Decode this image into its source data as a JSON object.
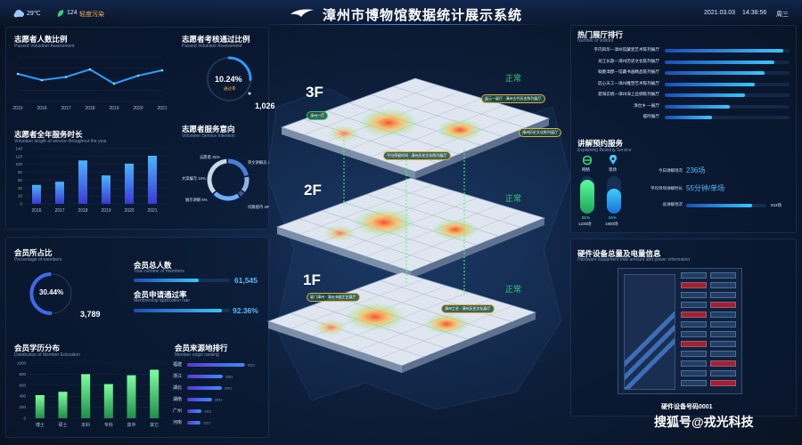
{
  "header": {
    "temperature": "29℃",
    "aqi": "124",
    "aqi_label": "轻度污染",
    "title": "漳州市博物馆数据统计展示系统",
    "date": "2021.03.03",
    "time": "14:38:56",
    "weekday": "周三"
  },
  "volunteer_ratio": {
    "title": "志愿者人数比例",
    "subtitle": "Passed Volunteer Assessment",
    "years": [
      "2015",
      "2016",
      "2017",
      "2018",
      "2019",
      "2020",
      "2021"
    ],
    "values": [
      62,
      48,
      55,
      72,
      40,
      58,
      70
    ],
    "ylim": [
      0,
      100
    ]
  },
  "volunteer_pass": {
    "title": "志愿者考核通过比例",
    "subtitle": "Passed Volunteer Assessment",
    "percent": "10.24%",
    "percent_value": 10.24,
    "label": "通过率",
    "count": "1,026"
  },
  "volunteer_hours": {
    "title": "志愿者全年服务时长",
    "subtitle": "Volunteer length of service throughout the year",
    "years": [
      "2016",
      "2017",
      "2018",
      "2019",
      "2020",
      "2021"
    ],
    "values": [
      48,
      56,
      110,
      72,
      102,
      122
    ],
    "yticks": [
      "0",
      "20",
      "40",
      "60",
      "80",
      "100",
      "120",
      "140"
    ],
    "ylim": [
      0,
      140
    ]
  },
  "volunteer_intent": {
    "title": "志愿者服务意向",
    "subtitle": "Volunteer Service Intention",
    "labels": [
      "志愿者 25%",
      "文案编写 15%",
      "展示讲解 5%",
      "英文讲解员 25%",
      "问路接待 40%"
    ],
    "values": [
      25,
      15,
      5,
      25,
      40
    ]
  },
  "floors": {
    "f3": "3F",
    "f2": "2F",
    "f1": "1F",
    "status3": "正常",
    "status2": "正常",
    "status1": "正常",
    "tags": [
      "展示一展厅 · 漳州古代历史陈列展厅",
      "漳州一厅",
      "漳州历史文化陈列展厅",
      "平均停留时间 · 漳州历史文化陈列展厅",
      "厦门漳州 · 漳州书画工艺展厅",
      "漳州工艺 · 漳州历史文化展厅"
    ]
  },
  "hot_exhibition": {
    "title": "热门展厅排行",
    "subtitle": "Number of visitors",
    "items": [
      {
        "name": "字内风华—漳州馆藏瓷艺术陈列展厅",
        "value": 95
      },
      {
        "name": "龙江长歌—漳州历史文化陈列展厅",
        "value": 88
      },
      {
        "name": "翰墨漳郡—馆藏书画精品陈列展厅",
        "value": 80
      },
      {
        "name": "匠心天工—漳州雕塑艺术陈列展厅",
        "value": 72
      },
      {
        "name": "碧海云帆—漳州海上丝绸陈列展厅",
        "value": 64
      },
      {
        "name": "漳台乡 一展厅",
        "value": 52
      },
      {
        "name": "临时展厅",
        "value": 38
      }
    ]
  },
  "booking": {
    "title": "讲解预约服务",
    "subtitle": "Explaining Booking Service",
    "booked_label": "网络",
    "onsite_label": "现场",
    "booked_pct": "91%",
    "booked_value": 91,
    "booked_count": "1236场",
    "onsite_pct": "66%",
    "onsite_value": 66,
    "onsite_count": "1880场",
    "today_label": "今日讲解场次",
    "today_value": "236场",
    "avg_label": "平均单场讲解时长",
    "avg_value": "55分钟/单场",
    "total_label": "总讲解场次",
    "total_value": "523场",
    "total_fill": 0.82
  },
  "members_ratio": {
    "title": "会员所占比",
    "subtitle": "Percentage of members",
    "percent": "30.44%",
    "percent_value": 30.44,
    "count": "3,789"
  },
  "members_total": {
    "title": "会员总人数",
    "subtitle": "Total number of members",
    "value": "61,545",
    "fill": 0.68
  },
  "members_apply": {
    "title": "会员申请通过率",
    "subtitle": "Membership application rate",
    "value": "92.36%",
    "fill": 0.92
  },
  "education": {
    "title": "会员学历分布",
    "subtitle": "Distribution of Member Education",
    "categories": [
      "博士",
      "硕士",
      "本科",
      "专科",
      "高中",
      "其它"
    ],
    "values": [
      420,
      480,
      800,
      620,
      780,
      880
    ],
    "yticks": [
      "0",
      "200",
      "400",
      "600",
      "800",
      "1000"
    ],
    "ylim": [
      0,
      1000
    ]
  },
  "origin": {
    "title": "会员来源地排行",
    "subtitle": "Member origin ranking",
    "items": [
      {
        "name": "福建",
        "label": "5321",
        "value": 5321
      },
      {
        "name": "浙江",
        "label": "3281",
        "value": 3281
      },
      {
        "name": "湖北",
        "label": "3201",
        "value": 3201
      },
      {
        "name": "湖南",
        "label": "2291",
        "value": 2291
      },
      {
        "name": "广州",
        "label": "1321",
        "value": 1321
      },
      {
        "name": "河南",
        "label": "1221",
        "value": 1221
      }
    ],
    "max": 5600
  },
  "hardware": {
    "title": "硬件设备总量及电量信息",
    "subtitle": "Hardware equipment total amount and power information",
    "device_name": "硬件设备号码0001"
  },
  "watermark": "搜狐号@戎光科技",
  "colors": {
    "accent_blue": "#2e8bff",
    "accent_cyan": "#39d0ff",
    "accent_green": "#36e07a",
    "accent_purple": "#8a5cff",
    "status_green": "#34d27a",
    "alert_red": "#c0283b"
  }
}
